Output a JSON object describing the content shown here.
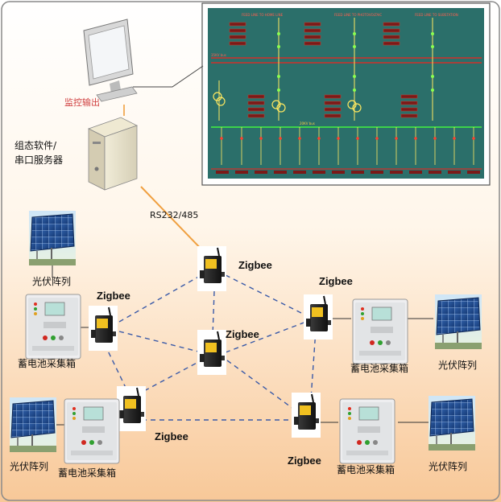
{
  "labels": {
    "monitor_output": "监控输出",
    "software_line1": "组态软件/",
    "software_line2": "串口服务器",
    "rs232": "RS232/485",
    "zigbee": "Zigbee",
    "pv_array": "光伏阵列",
    "battery_box": "蓄电池采集箱"
  },
  "scada": {
    "bus_top": "35KV bus",
    "bus_bottom": "20KV bus",
    "feeder_1": "FEED LINE TO HOME LINE",
    "feeder_2": "FEED LINE TO PHOTOVOLTAIC",
    "feeder_3": "FEED LINE TO SUBSTATION"
  },
  "colors": {
    "scada_bg": "#2b6f6a",
    "bus_red": "#d0302a",
    "bus_green": "#3cd24a",
    "zigbee_link": "#3a5aa8",
    "rs_link": "#f0a040",
    "bg_bottom": "#f8c898"
  }
}
